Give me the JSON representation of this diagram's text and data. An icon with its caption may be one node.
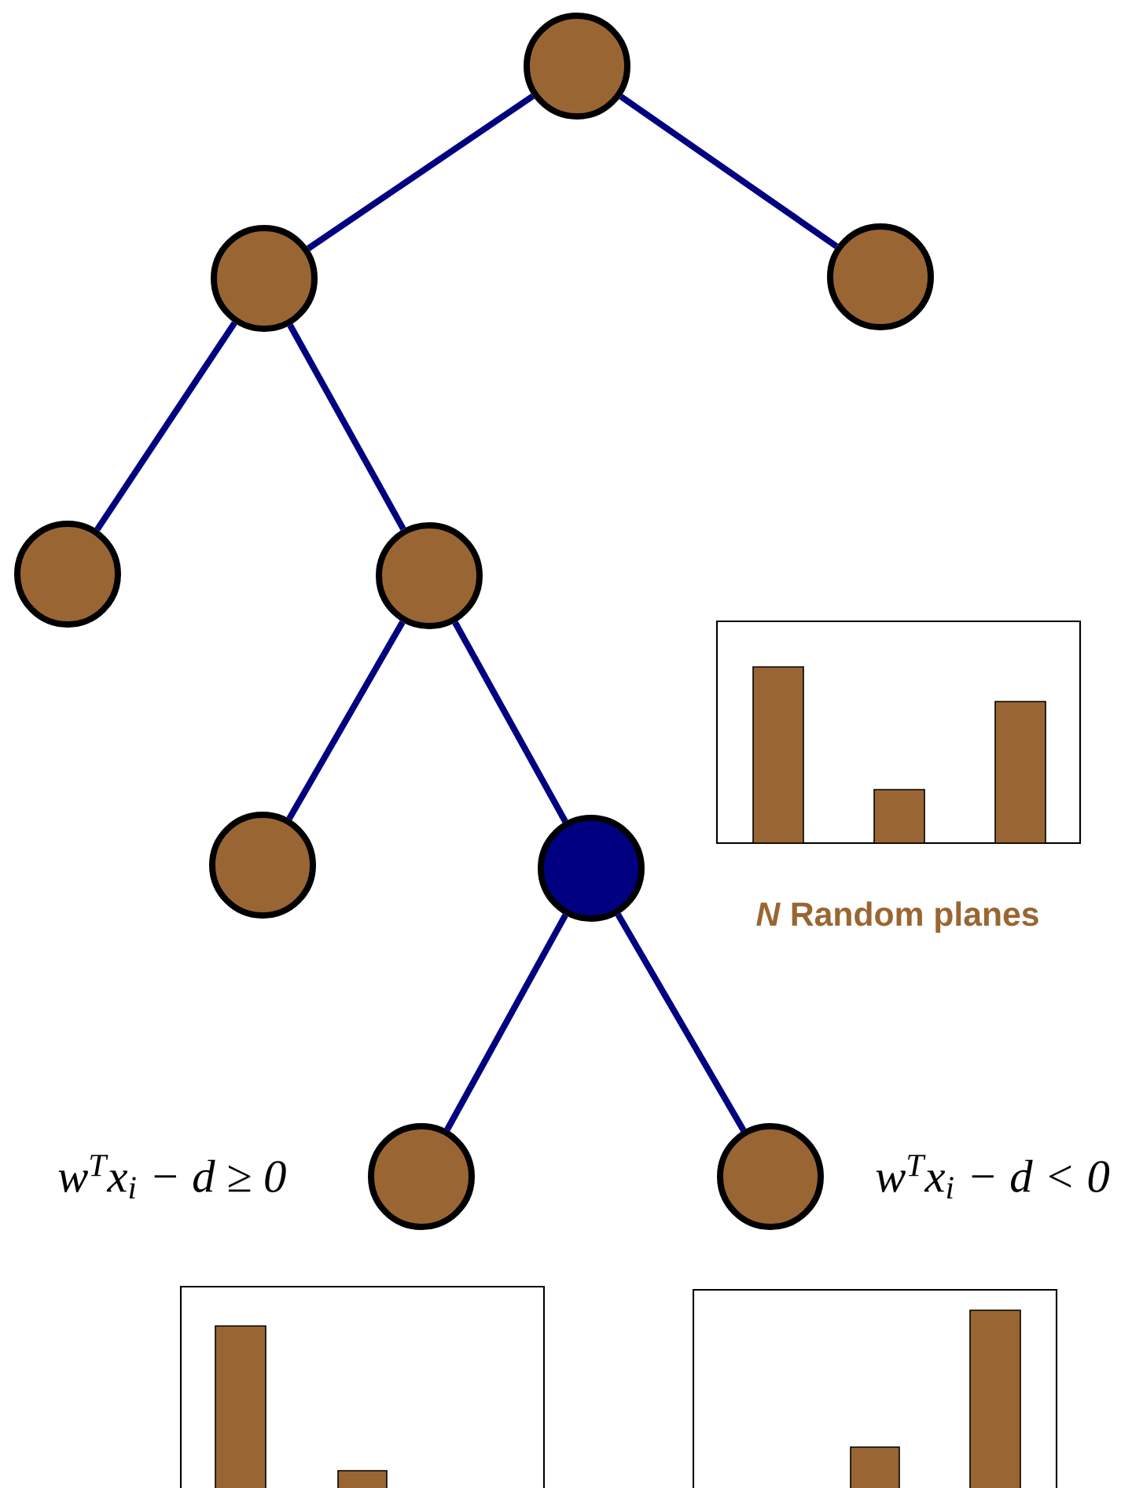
{
  "diagram": {
    "nodes": [
      {
        "text": [],
        "shape": "circle"
      },
      {
        "text": [],
        "shape": "circle"
      },
      {
        "text": [],
        "shape": "circle"
      },
      {
        "text": [],
        "shape": "circle"
      },
      {
        "text": [],
        "shape": "circle"
      },
      {
        "text": [],
        "shape": "circle"
      },
      {
        "text": [],
        "shape": "circle"
      },
      {
        "text": [],
        "shape": "circle",
        "beside": [
          "w$^{T}$x$_{i}$ − d ≥ 0"
        ]
      },
      {
        "text": [],
        "shape": "circle",
        "beside": [
          "w$^{T}$x$_{i}$ − d < 0"
        ]
      }
    ],
    "edges": [
      {
        "from": 0,
        "to": 1,
        "arrow": "none"
      },
      {
        "from": 0,
        "to": 2,
        "arrow": "none"
      },
      {
        "from": 1,
        "to": 3,
        "arrow": "none"
      },
      {
        "from": 1,
        "to": 4,
        "arrow": "none"
      },
      {
        "from": 4,
        "to": 5,
        "arrow": "none"
      },
      {
        "from": 4,
        "to": 6,
        "arrow": "none"
      },
      {
        "from": 6,
        "to": 7,
        "arrow": "none"
      },
      {
        "from": 6,
        "to": 8,
        "arrow": "none"
      }
    ],
    "labels": [
      "*N* Random planes"
    ]
  }
}
